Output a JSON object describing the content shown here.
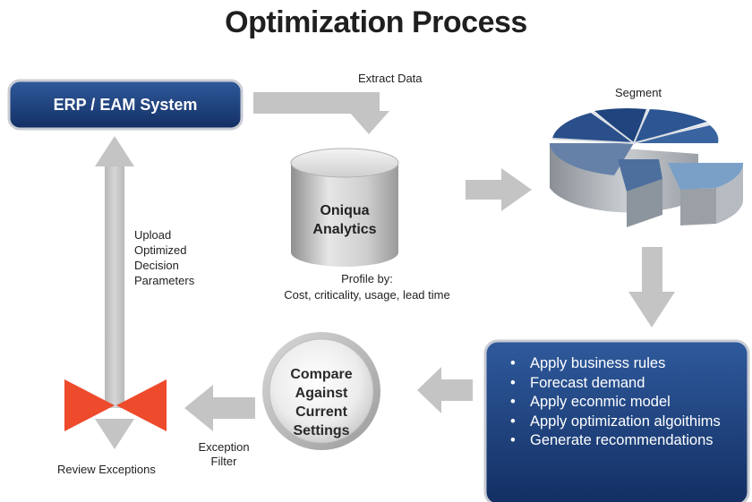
{
  "title": "Optimization Process",
  "nodes": {
    "erp": "ERP / EAM System",
    "analytics": [
      "Oniqua",
      "Analytics"
    ],
    "compare": [
      "Compare",
      "Against",
      "Current",
      "Settings"
    ]
  },
  "labels": {
    "extract": "Extract Data",
    "segment": "Segment",
    "profile_by": "Profile by:",
    "profile_details": "Cost, criticality, usage, lead time",
    "upload": [
      "Upload",
      "Optimized",
      "Decision",
      "Parameters"
    ],
    "exception_filter": [
      "Exception",
      "Filter"
    ],
    "review": "Review Exceptions"
  },
  "steps": [
    "Apply business rules",
    "Forecast demand",
    "Apply econmic model",
    "Apply optimization algoithims",
    "Generate recommendations"
  ],
  "colors": {
    "navy": "#1d3f7a",
    "arrow_gray": "#c4c4c4",
    "valve_red": "#ee4a2c"
  },
  "icons": {
    "valve": "valve-icon",
    "pie": "segment-pie-icon",
    "cylinder": "database-cylinder-icon"
  }
}
